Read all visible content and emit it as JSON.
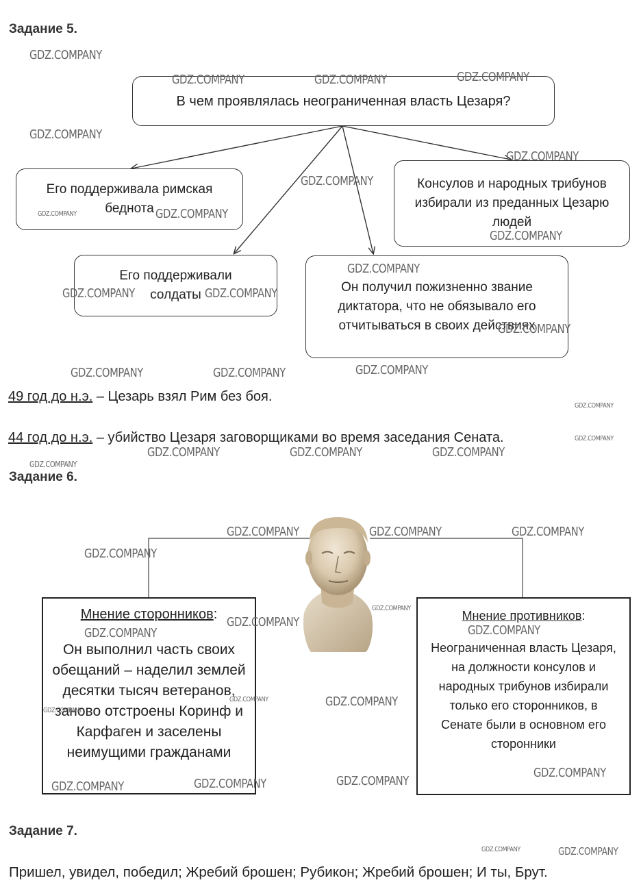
{
  "task5": {
    "heading": "Задание 5.",
    "question": "В чем проявлялась неограниченная власть Цезаря?",
    "answers": [
      "Его поддерживала римская беднота",
      "Консулов и народных трибунов избирали из преданных Цезарю людей",
      "Его поддерживали солдаты",
      "Он получил пожизненно звание диктатора, что не обязывало его отчитываться в своих действиях"
    ],
    "event1": {
      "date": "49 год до н.э.",
      "text": " – Цезарь взял Рим без боя."
    },
    "event2": {
      "date": "44 год до н.э.",
      "text": " – убийство Цезаря заговорщиками во время заседания Сената."
    }
  },
  "task6": {
    "heading": "Задание 6.",
    "supporters": {
      "title": "Мнение сторонников",
      "colon": ":",
      "text": "Он выполнил часть своих обещаний – наделил землей десятки тысяч ветеранов, заново отстроены Коринф и Карфаген и заселены неимущими гражданами"
    },
    "opponents": {
      "title": "Мнение противников",
      "colon": ":",
      "text": "Неограниченная власть Цезаря, на должности консулов и народных трибунов избирали только его сторонников, в Сенате были в основном его сторонники"
    }
  },
  "task7": {
    "heading": "Задание 7.",
    "text": "Пришел, увидел, победил; Жребий брошен; Рубикон; Жребий брошен; И ты, Брут."
  },
  "watermark": "GDZ.COMPANY",
  "colors": {
    "border": "#333333",
    "text": "#222222",
    "watermark": "#666666"
  }
}
